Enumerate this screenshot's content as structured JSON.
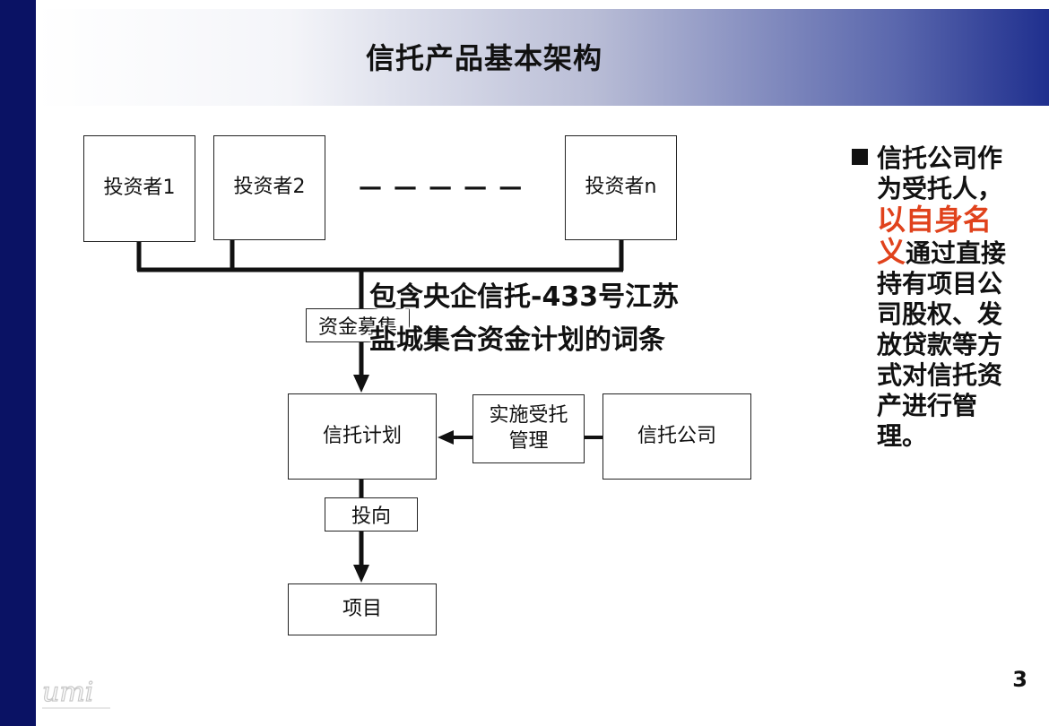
{
  "slide": {
    "title": "信托产品基本架构",
    "page_number": "3"
  },
  "diagram": {
    "investor1": "投资者1",
    "investor2": "投资者2",
    "investorn": "投资者n",
    "ellipsis": "— — — — —",
    "fund_raising": "资金募集",
    "trust_plan": "信托计划",
    "trust_management": "实施受托管理",
    "trust_company": "信托公司",
    "invest_to": "投向",
    "project": "项目"
  },
  "watermark": {
    "text": "包含央企信托-433号江苏盐城集合资金计划的词条"
  },
  "side_note": {
    "part1": "信托公司作为受托人，",
    "highlight": "以自身名义",
    "part2": "通过直接持有项目公司股权、发放贷款等方式对信托资产进行管理。",
    "highlight_color": "#e0421c"
  },
  "logo": {
    "icon": "umi-logo-icon"
  }
}
